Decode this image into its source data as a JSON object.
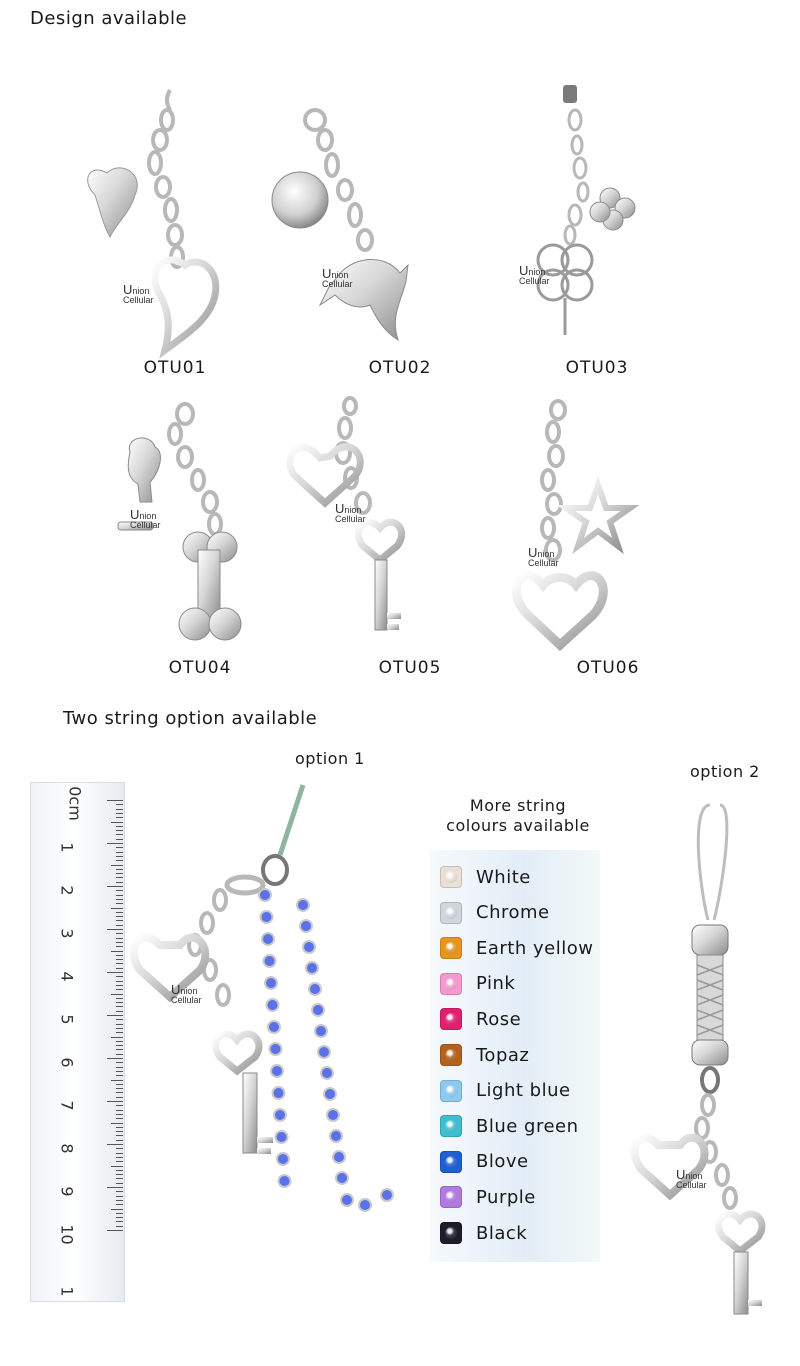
{
  "headings": {
    "design": "Design available",
    "strings": "Two  string option available"
  },
  "brand": {
    "u": "U",
    "nion": "nion",
    "cellular": "Cellular"
  },
  "designs": [
    {
      "code": "OTU01",
      "charms": [
        "puffed-heart",
        "open-heart"
      ]
    },
    {
      "code": "OTU02",
      "charms": [
        "ball",
        "dolphin"
      ]
    },
    {
      "code": "OTU03",
      "charms": [
        "clover-small",
        "clover-outline"
      ]
    },
    {
      "code": "OTU04",
      "charms": [
        "dog",
        "bone"
      ]
    },
    {
      "code": "OTU05",
      "charms": [
        "open-heart",
        "heart-key"
      ]
    },
    {
      "code": "OTU06",
      "charms": [
        "star",
        "open-heart"
      ]
    }
  ],
  "options": {
    "option1": "option 1",
    "option2": "option 2"
  },
  "ruler": {
    "labels": [
      "0cm",
      "1",
      "2",
      "3",
      "4",
      "5",
      "6",
      "7",
      "8",
      "9",
      "10",
      "1"
    ]
  },
  "colours": {
    "title_line1": "More string",
    "title_line2": "colours available",
    "items": [
      {
        "name": "White",
        "color": "#e9e1d6"
      },
      {
        "name": "Chrome",
        "color": "#cfd6dc"
      },
      {
        "name": "Earth yellow",
        "color": "#e6961e"
      },
      {
        "name": "Pink",
        "color": "#f39ad0"
      },
      {
        "name": "Rose",
        "color": "#e0206e"
      },
      {
        "name": "Topaz",
        "color": "#b3621e"
      },
      {
        "name": "Light blue",
        "color": "#8ccaf0"
      },
      {
        "name": "Blue green",
        "color": "#3ebfcf"
      },
      {
        "name": "Blove",
        "color": "#1e5fd2"
      },
      {
        "name": "Purple",
        "color": "#b07ae0"
      },
      {
        "name": "Black",
        "color": "#1c1c2a"
      }
    ]
  },
  "colors": {
    "silver_light": "#f4f4f4",
    "silver_mid": "#c8c8c8",
    "silver_dark": "#8a8a8a",
    "crystal_blue": "#5a72e6",
    "cord_green": "#8fb5a0"
  }
}
